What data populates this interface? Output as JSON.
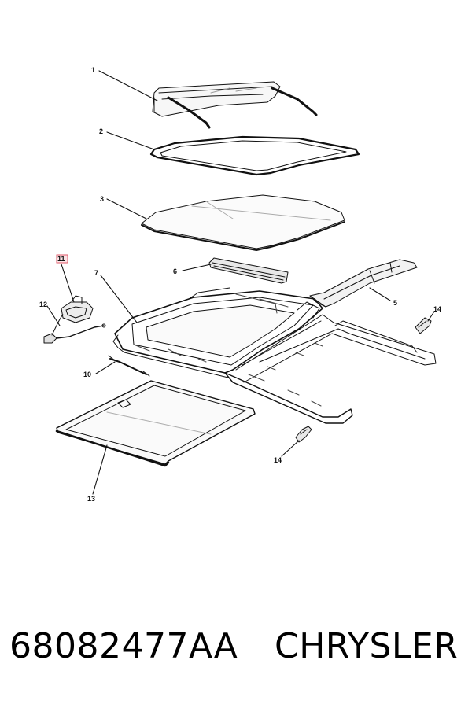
{
  "diagram": {
    "callouts": [
      "1",
      "2",
      "3",
      "5",
      "6",
      "7",
      "10",
      "11",
      "12",
      "13",
      "14",
      "14"
    ],
    "highlight_color": "#e05a6a",
    "line_color": "#111111"
  },
  "footer": {
    "part_number": "68082477AA",
    "brand": "CHRYSLER"
  }
}
